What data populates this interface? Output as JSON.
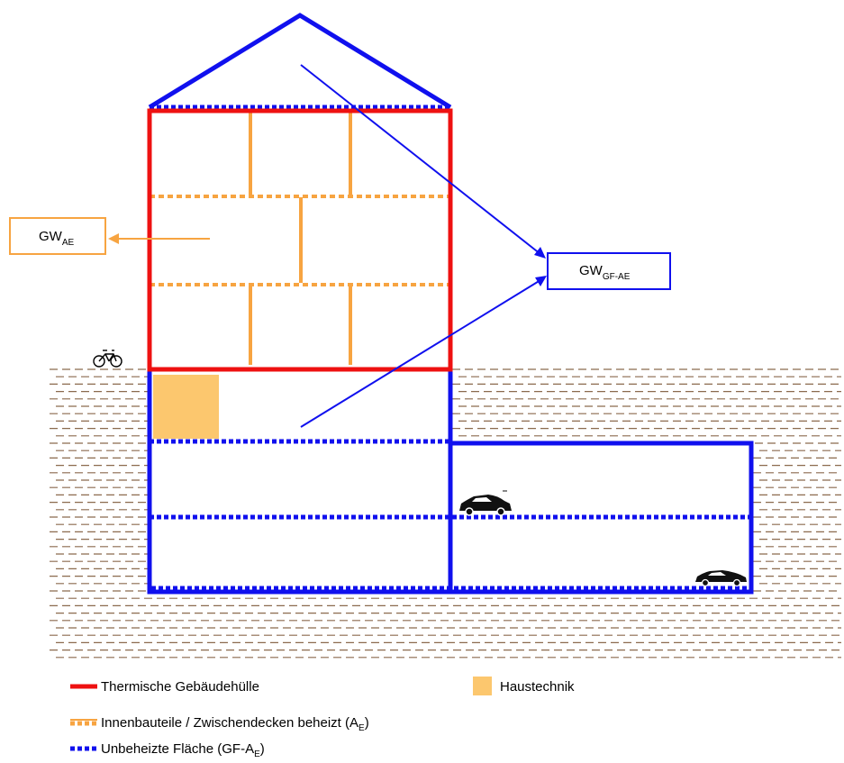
{
  "labels": {
    "gw_ae": {
      "main": "GW",
      "sub": "AE"
    },
    "gw_gf_ae": {
      "main": "GW",
      "sub": "GF-AE"
    }
  },
  "legend": {
    "thermal_envelope": "Thermische Gebäudehülle",
    "building_services": "Haustechnik",
    "interior_heated": {
      "text": "Innenbauteile / Zwischendecken beheizt (A",
      "sub": "E",
      "close": ")"
    },
    "unheated_area": {
      "text": "Unbeheizte Fläche (GF-A",
      "sub": "E",
      "close": ")"
    }
  },
  "colors": {
    "thermal_envelope": "#ee1111",
    "interior_heated": "#f7a441",
    "building_services": "#fcc76e",
    "unheated": "#1010ee",
    "ground": "#8b6a4e"
  },
  "icons": [
    "bicycle-icon",
    "car-icon"
  ]
}
